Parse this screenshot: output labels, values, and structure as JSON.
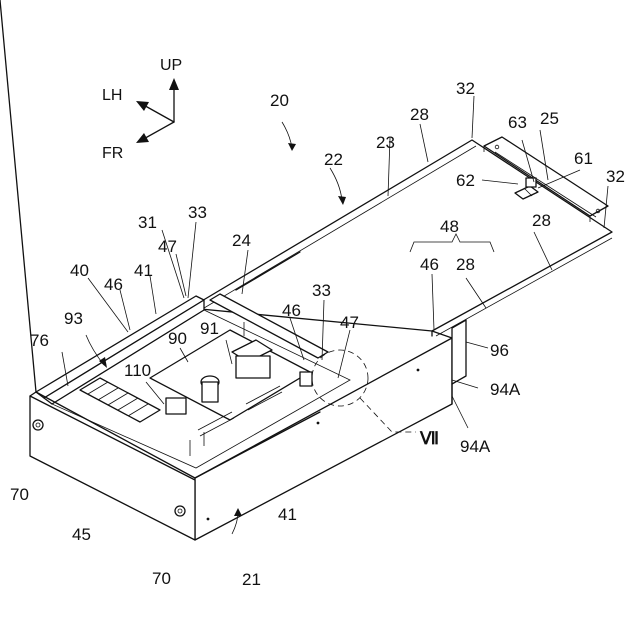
{
  "axes": {
    "up": "UP",
    "lh": "LH",
    "fr": "FR"
  },
  "labels": {
    "n20": "20",
    "n21": "21",
    "n22": "22",
    "n23": "23",
    "n24": "24",
    "n25": "25",
    "n28a": "28",
    "n28b": "28",
    "n28c": "28",
    "n31": "31",
    "n32a": "32",
    "n32b": "32",
    "n33a": "33",
    "n33b": "33",
    "n40": "40",
    "n41a": "41",
    "n41b": "41",
    "n45": "45",
    "n46a": "46",
    "n46b": "46",
    "n46c": "46",
    "n47a": "47",
    "n47b": "47",
    "n48": "48",
    "n61": "61",
    "n62": "62",
    "n63": "63",
    "n70a": "70",
    "n70b": "70",
    "n76": "76",
    "n90": "90",
    "n91": "91",
    "n93": "93",
    "n94a": "94A",
    "n94b": "94A",
    "n96": "96",
    "n110": "110",
    "view": "Ⅶ"
  }
}
